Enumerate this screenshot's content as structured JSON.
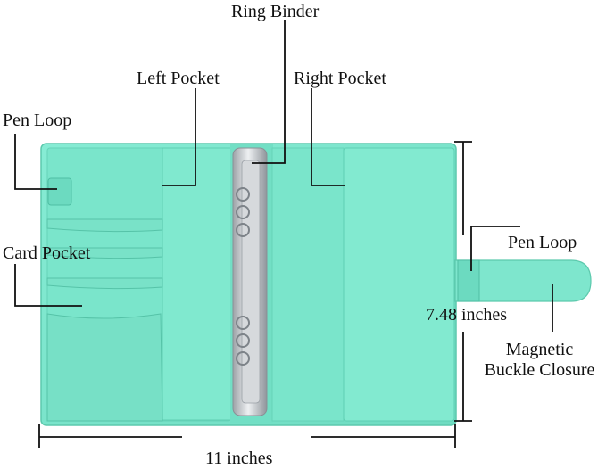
{
  "labels": {
    "ring_binder": "Ring Binder",
    "left_pocket": "Left Pocket",
    "right_pocket": "Right Pocket",
    "pen_loop_left": "Pen Loop",
    "card_pocket": "Card Pocket",
    "pen_loop_right": "Pen Loop",
    "height": "7.48 inches",
    "closure": "Magnetic\nBuckle Closure",
    "width": "11 inches"
  },
  "colors": {
    "cover": "#7fe8cf",
    "cover_dark": "#62d4b8",
    "cover_shadow": "#4fbfa4",
    "rings": "#c9ccd0",
    "lines": "#111111"
  }
}
